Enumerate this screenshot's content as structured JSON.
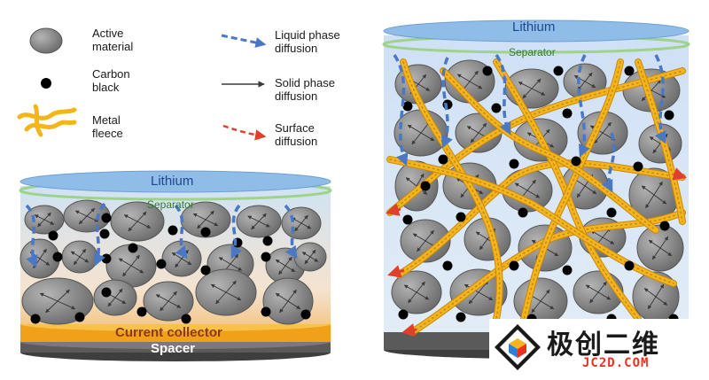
{
  "legend": {
    "active_material": "Active\nmaterial",
    "carbon_black": "Carbon\nblack",
    "metal_fleece": "Metal\nfleece",
    "liquid_phase": "Liquid phase\ndiffusion",
    "solid_phase": "Solid phase\ndiffusion",
    "surface": "Surface\ndiffusion"
  },
  "left_cell": {
    "lithium": "Lithium",
    "separator": "Separator",
    "current_collector": "Current collector",
    "spacer": "Spacer"
  },
  "right_cell": {
    "lithium": "Lithium",
    "separator": "Separator"
  },
  "watermark": {
    "text_cn": "极创二维",
    "text_en": "JC2D.COM",
    "logo": "cube-logo-icon"
  },
  "colors": {
    "particle": "#8c8c8c",
    "carbon": "#000000",
    "fleece": "#f3b51c",
    "lithium": "#8fbde8",
    "separator": "#9fd38a",
    "collector": "#f0a019",
    "spacer": "#5a5a5a",
    "liquid_arrow": "#4a78c4",
    "surface_arrow": "#e0402a"
  }
}
